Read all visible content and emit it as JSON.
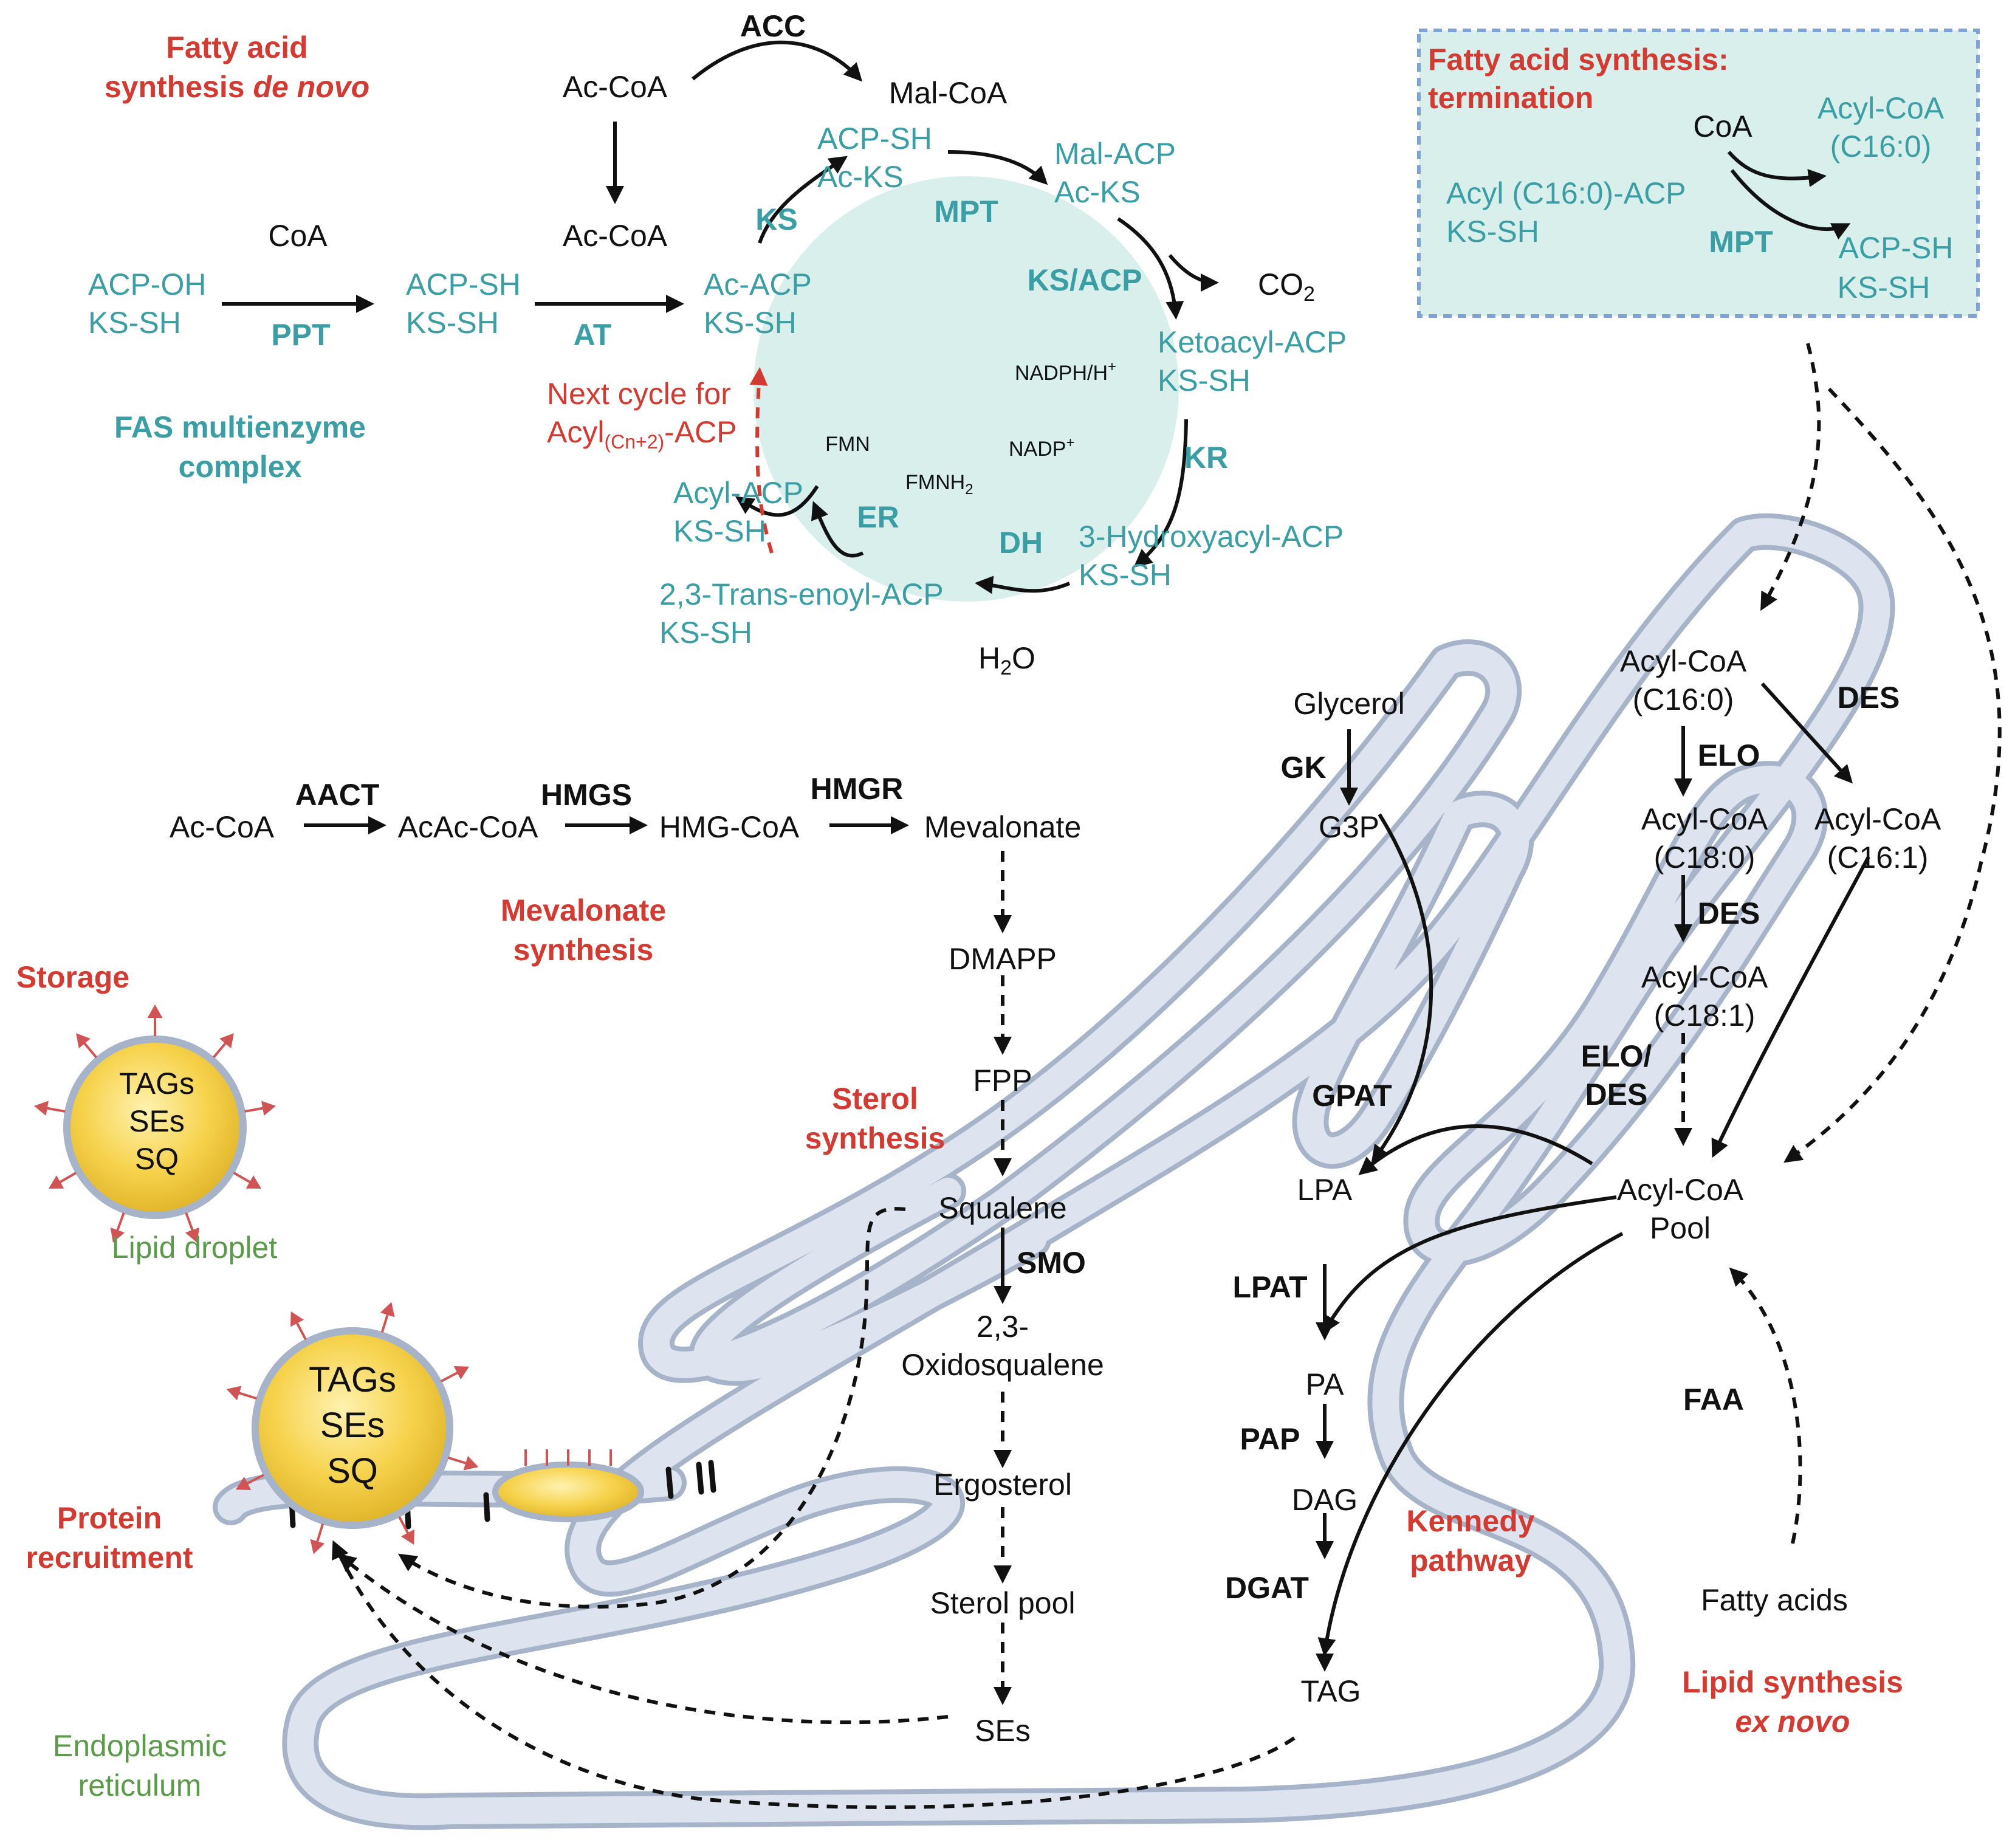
{
  "colors": {
    "red_heading": "#d23a32",
    "teal": "#3a9ea4",
    "green": "#5a9a4a",
    "black": "#111111",
    "fas_circle": "#d8efec",
    "er_fill": "#dde3ef",
    "er_stroke": "#a7b3c9",
    "droplet_fill": "#f6d24b",
    "box_fill": "#d8efec",
    "box_border": "#7fa3d6"
  },
  "headings": {
    "fa_denovo_line1": "Fatty acid",
    "fa_denovo_line2a": "synthesis ",
    "fa_denovo_line2b": "de novo",
    "fas_complex_line1": "FAS multienzyme",
    "fas_complex_line2": "complex",
    "termination_line1": "Fatty acid synthesis:",
    "termination_line2": "termination",
    "mevalonate_line1": "Mevalonate",
    "mevalonate_line2": "synthesis",
    "storage": "Storage",
    "sterol_line1": "Sterol",
    "sterol_line2": "synthesis",
    "protein_line1": "Protein",
    "protein_line2": "recruitment",
    "kennedy_line1": "Kennedy",
    "kennedy_line2": "pathway",
    "exnovo_line1": "Lipid synthesis",
    "exnovo_line2": "ex novo",
    "lipid_droplet": "Lipid droplet",
    "er_line1": "Endoplasmic",
    "er_line2": "reticulum"
  },
  "fas_cycle": {
    "acc": "ACC",
    "ac_coa_top": "Ac-CoA",
    "mal_coa": "Mal-CoA",
    "coa": "CoA",
    "ac_coa_mid": "Ac-CoA",
    "acp_oh": "ACP-OH",
    "ks_sh_1": "KS-SH",
    "ppt": "PPT",
    "acp_sh_1": "ACP-SH",
    "ks_sh_2": "KS-SH",
    "at": "AT",
    "ac_acp": "Ac-ACP",
    "ks_sh_3": "KS-SH",
    "ks": "KS",
    "acp_sh_2": "ACP-SH",
    "ac_ks_1": "Ac-KS",
    "mpt": "MPT",
    "mal_acp": "Mal-ACP",
    "ac_ks_2": "Ac-KS",
    "ks_acp": "KS/ACP",
    "co2": "CO",
    "co2_sub": "2",
    "ketoacyl_acp": "Ketoacyl-ACP",
    "ks_sh_4": "KS-SH",
    "nadph": "NADPH/H",
    "nadph_sup": "+",
    "nadp": "NADP",
    "nadp_sup": "+",
    "kr": "KR",
    "hydroxyacyl_acp": "3-Hydroxyacyl-ACP",
    "ks_sh_5": "KS-SH",
    "dh": "DH",
    "h2o_a": "H",
    "h2o_sub": "2",
    "h2o_b": "O",
    "trans_enoyl_acp": "2,3-Trans-enoyl-ACP",
    "ks_sh_6": "KS-SH",
    "er_enzyme": "ER",
    "fmn": "FMN",
    "fmnh2": "FMNH",
    "fmnh2_sub": "2",
    "acyl_acp": "Acyl-ACP",
    "ks_sh_7": "KS-SH",
    "next_cycle_line1": "Next cycle for",
    "next_cycle_a": "Acyl",
    "next_cycle_sub": "(Cn+2)",
    "next_cycle_b": "-ACP"
  },
  "termination": {
    "coa": "CoA",
    "acyl_coa": "Acyl-CoA",
    "c16": "(C16:0)",
    "acyl_acp": "Acyl (C16:0)-ACP",
    "ks_sh_1": "KS-SH",
    "mpt": "MPT",
    "acp_sh": "ACP-SH",
    "ks_sh_2": "KS-SH"
  },
  "mevalonate": {
    "ac_coa": "Ac-CoA",
    "aact": "AACT",
    "acac_coa": "AcAc-CoA",
    "hmgs": "HMGS",
    "hmg_coa": "HMG-CoA",
    "hmgr": "HMGR",
    "mevalonate": "Mevalonate",
    "dmapp": "DMAPP",
    "fpp": "FPP",
    "squalene": "Squalene",
    "smo": "SMO",
    "oxido_line1": "2,3-",
    "oxido_line2": "Oxidosqualene",
    "ergosterol": "Ergosterol",
    "sterol_pool": "Sterol pool",
    "ses": "SEs"
  },
  "kennedy": {
    "glycerol": "Glycerol",
    "gk": "GK",
    "g3p": "G3P",
    "gpat": "GPAT",
    "lpa": "LPA",
    "lpat": "LPAT",
    "pa": "PA",
    "pap": "PAP",
    "dag": "DAG",
    "dgat": "DGAT",
    "tag": "TAG"
  },
  "acyl": {
    "c160_a": "Acyl-CoA",
    "c160_b": "(C16:0)",
    "des_1": "DES",
    "elo": "ELO",
    "c180_a": "Acyl-CoA",
    "c180_b": "(C18:0)",
    "c161_a": "Acyl-CoA",
    "c161_b": "(C16:1)",
    "des_2": "DES",
    "c181_a": "Acyl-CoA",
    "c181_b": "(C18:1)",
    "elo_des_1": "ELO/",
    "elo_des_2": "DES",
    "pool_a": "Acyl-CoA",
    "pool_b": "Pool",
    "faa": "FAA",
    "fatty_acids": "Fatty acids"
  },
  "droplets": {
    "small_1": "TAGs",
    "small_2": "SEs",
    "small_3": "SQ",
    "big_1": "TAGs",
    "big_2": "SEs",
    "big_3": "SQ"
  }
}
